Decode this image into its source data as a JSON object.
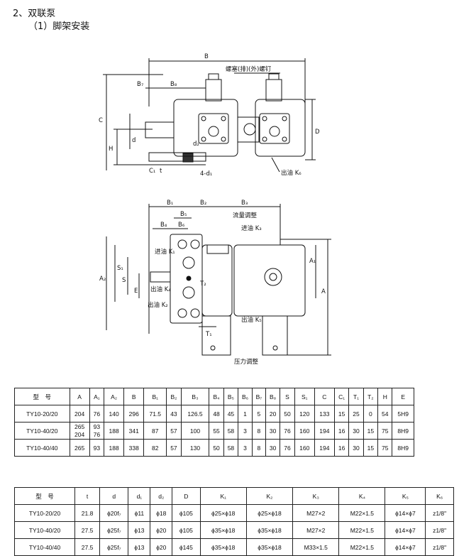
{
  "headings": {
    "section": "2、双联泵",
    "sub": "（1）脚架安装"
  },
  "drawing_labels": {
    "B": "B",
    "B7": "B₇",
    "B8": "B₈",
    "C": "C",
    "H": "H",
    "d": "d",
    "d2": "d₂",
    "C1": "C₁",
    "t": "t",
    "four_d1": "4-d₁",
    "D": "D",
    "top_note": "螺塞(排)(外)螺钉",
    "outlet_k6": "出油 K₆",
    "B1": "B₁",
    "B2": "B₂",
    "B3": "B₃",
    "B5": "B₅",
    "B4": "B₄",
    "B6": "B₆",
    "flow_adjust": "流量调整",
    "inlet_k3": "进油 K₃",
    "inlet_k1": "进油 K₁",
    "A2": "A₂",
    "S1": "S₁",
    "S": "S",
    "E": "E",
    "T2": "T₂",
    "outlet_k4": "出油 K₄",
    "outlet_k2": "出油 K₂",
    "outlet_k5": "出油 K₅",
    "T1": "T₁",
    "A1": "A₁",
    "A": "A",
    "pressure_adjust": "压力调整"
  },
  "table1": {
    "headers": [
      "型　号",
      "A",
      "A₁",
      "A₂",
      "B",
      "B₁",
      "B₂",
      "B₃",
      "B₄",
      "B₅",
      "B₆",
      "B₇",
      "B₈",
      "S",
      "S₁",
      "C",
      "C₁",
      "T₁",
      "T₂",
      "H",
      "E"
    ],
    "rows": [
      [
        "TY10-20/20",
        "204",
        "76",
        "140",
        "296",
        "71.5",
        "43",
        "126.5",
        "48",
        "45",
        "1",
        "5",
        "20",
        "50",
        "120",
        "133",
        "15",
        "25",
        "0",
        "54",
        "5H9"
      ],
      [
        "TY10-40/20",
        "265|204",
        "93|76",
        "188",
        "341",
        "87",
        "57",
        "100",
        "55",
        "58",
        "3",
        "8",
        "30",
        "76",
        "160",
        "194",
        "16",
        "30",
        "15",
        "75",
        "8H9"
      ],
      [
        "TY10-40/40",
        "265",
        "93",
        "188",
        "338",
        "82",
        "57",
        "130",
        "50",
        "58",
        "3",
        "8",
        "30",
        "76",
        "160",
        "194",
        "16",
        "30",
        "15",
        "75",
        "8H9"
      ]
    ]
  },
  "table2": {
    "headers": [
      "型　号",
      "t",
      "d",
      "d₁",
      "d₂",
      "D",
      "K₁",
      "K₂",
      "K₃",
      "K₄",
      "K₅",
      "K₆"
    ],
    "rows": [
      [
        "TY10-20/20",
        "21.8",
        "ϕ20f₇",
        "ϕ11",
        "ϕ18",
        "ϕ105",
        "ϕ25×ϕ18",
        "ϕ25×ϕ18",
        "M27×2",
        "M22×1.5",
        "ϕ14×ϕ7",
        "z1/8\""
      ],
      [
        "TY10-40/20",
        "27.5",
        "ϕ25f₇",
        "ϕ13",
        "ϕ20",
        "ϕ105",
        "ϕ35×ϕ18",
        "ϕ35×ϕ18",
        "M27×2",
        "M22×1.5",
        "ϕ14×ϕ7",
        "z1/8\""
      ],
      [
        "TY10-40/40",
        "27.5",
        "ϕ25f₇",
        "ϕ13",
        "ϕ20",
        "ϕ145",
        "ϕ35×ϕ18",
        "ϕ35×ϕ18",
        "M33×1.5",
        "M22×1.5",
        "ϕ14×ϕ7",
        "z1/8\""
      ]
    ]
  }
}
